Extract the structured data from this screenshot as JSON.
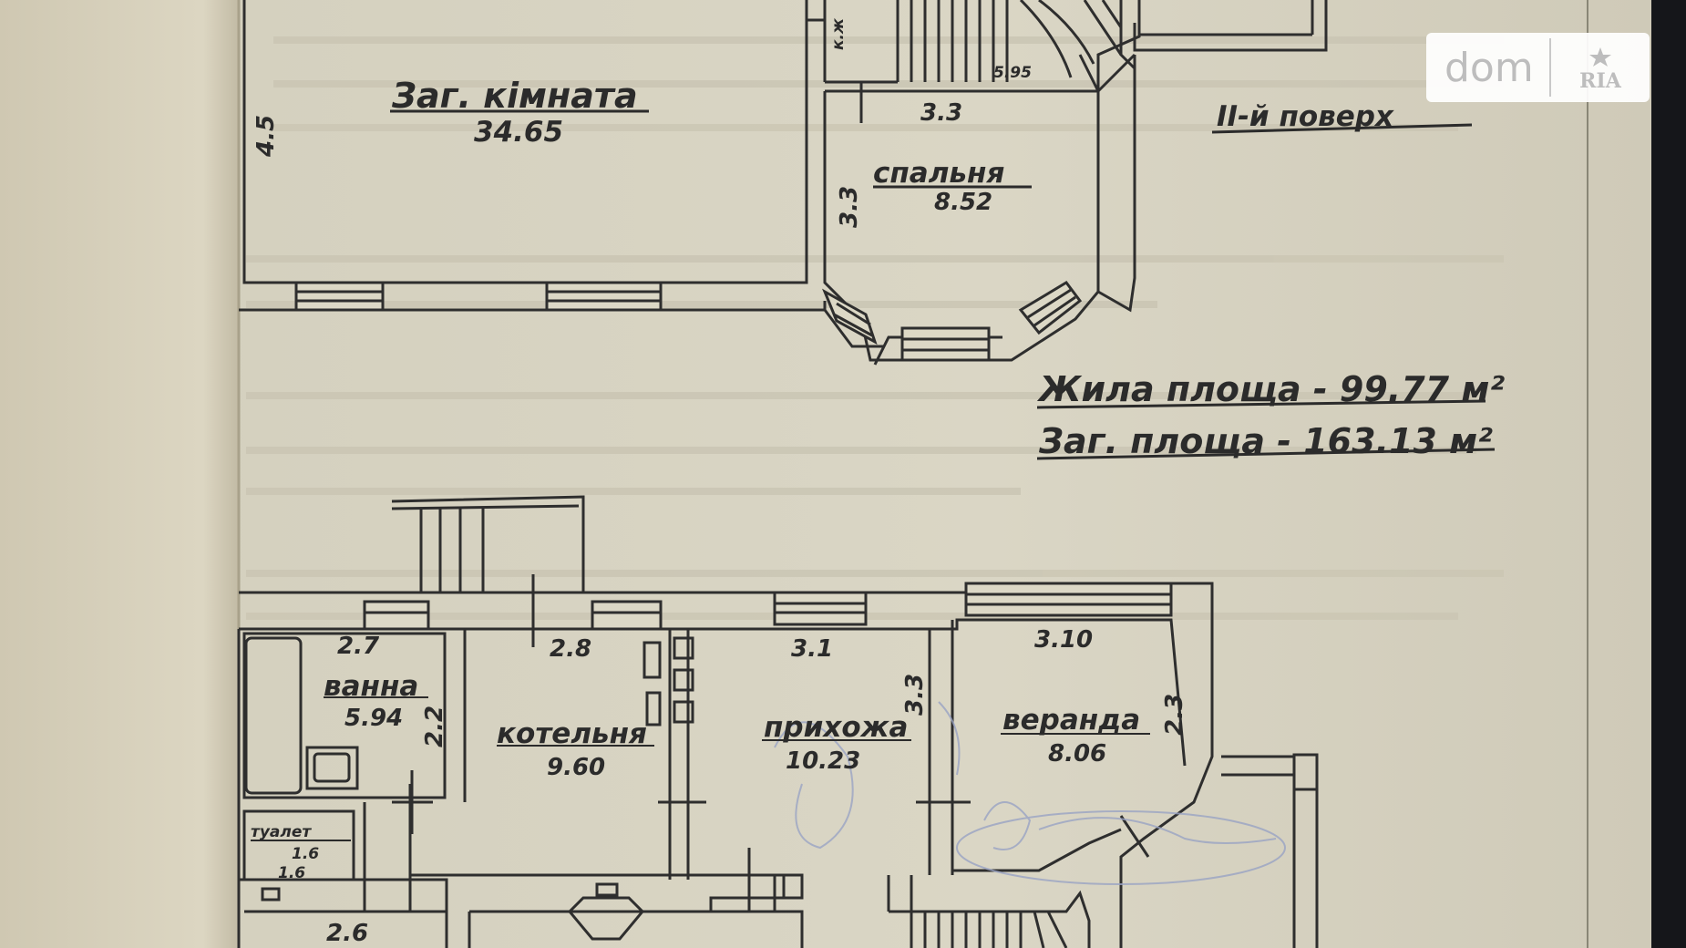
{
  "image": {
    "kind": "photo of a paper floor plan",
    "colors": {
      "paper": "#d9d5c3",
      "paper_left": "#d6d0bc",
      "ink": "#2b2b2b",
      "stamp": "#9aa4c4",
      "background": "#15161a"
    }
  },
  "upper_floor": {
    "floor_label": "ІІ-й поверх",
    "rooms": [
      {
        "name": "Заг. кімната",
        "area": "34.65",
        "dimension": "4.5"
      },
      {
        "name": "спальня",
        "area": "8.52",
        "dimensions": [
          "3.3",
          "3.3"
        ]
      }
    ],
    "stair_labels": [
      "к.ж",
      "5.95"
    ]
  },
  "totals": {
    "living_area": "Жила площа - 99.77 м²",
    "total_area": "Заг. площа - 163.13 м²"
  },
  "ground_floor": {
    "rooms": [
      {
        "name": "ванна",
        "area": "5.94",
        "dimensions": [
          "2.7",
          "2.2"
        ]
      },
      {
        "name": "котельня",
        "area": "9.60",
        "dimension": "2.8"
      },
      {
        "name": "прихожа",
        "area": "10.23",
        "dimensions": [
          "3.1",
          "3.3"
        ]
      },
      {
        "name": "веранда",
        "area": "8.06",
        "dimensions": [
          "3.10",
          "2.3"
        ]
      },
      {
        "name": "туалет",
        "area": "1.6",
        "dimension": "1.6"
      }
    ],
    "bottom_dimension": "2.6"
  },
  "watermark": {
    "left": "dom",
    "right": "RIA"
  }
}
